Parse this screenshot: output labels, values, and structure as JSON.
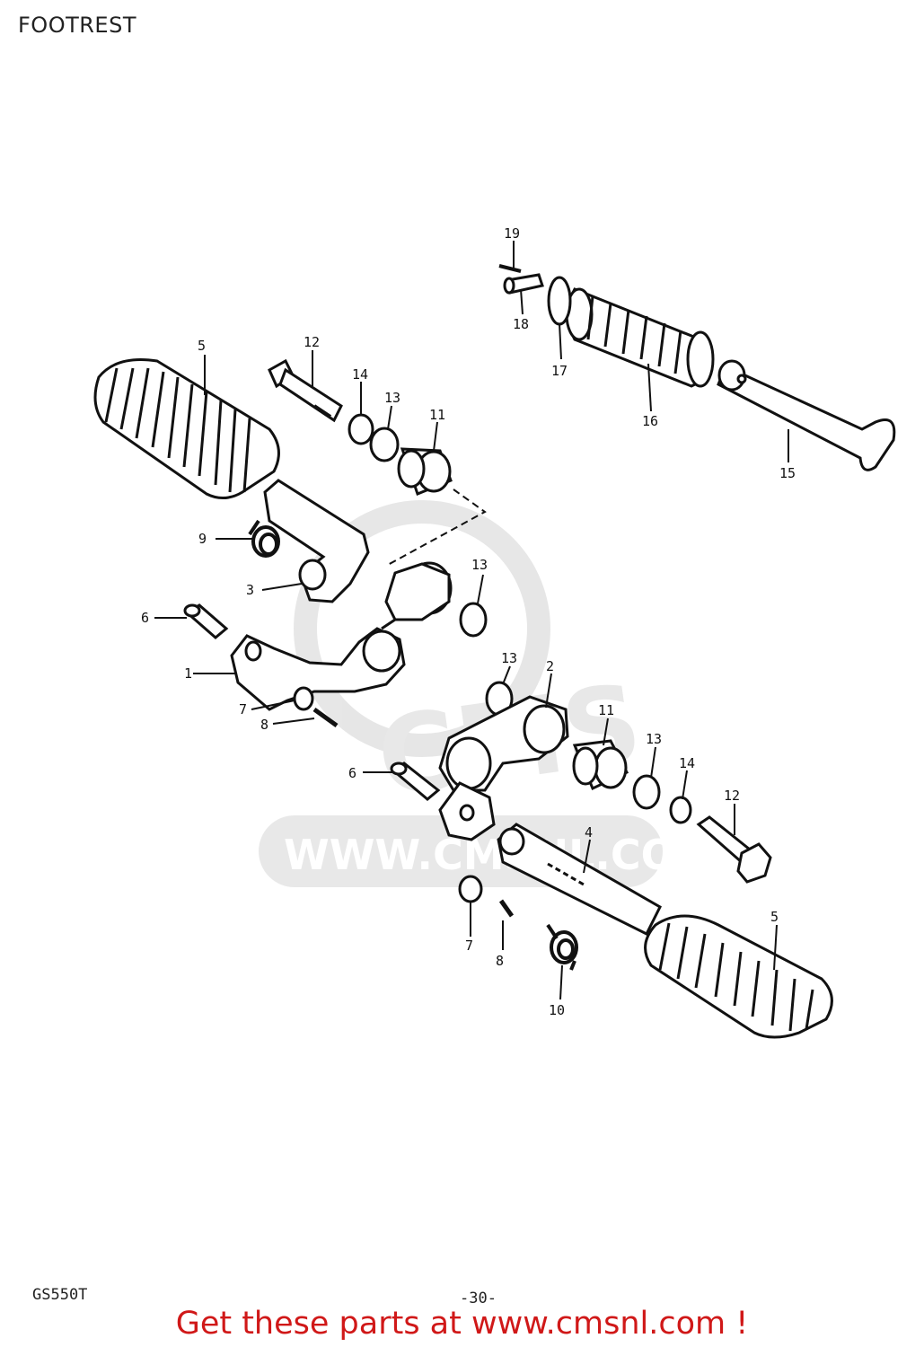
{
  "title": "FOOTREST",
  "model": "GS550T",
  "page_number": "-30-",
  "footer_link": "Get these parts at www.cmsnl.com !",
  "watermark_text": "WWW.CMSNL.COM",
  "watermark_logo_letters": "CMS",
  "callouts": [
    "1",
    "2",
    "3",
    "4",
    "5",
    "6",
    "7",
    "8",
    "9",
    "10",
    "11",
    "12",
    "13",
    "14",
    "15",
    "16",
    "17",
    "18",
    "19"
  ],
  "colors": {
    "footer_text": "#d01818",
    "line_art": "#111111",
    "watermark": "#e2e2e2"
  }
}
